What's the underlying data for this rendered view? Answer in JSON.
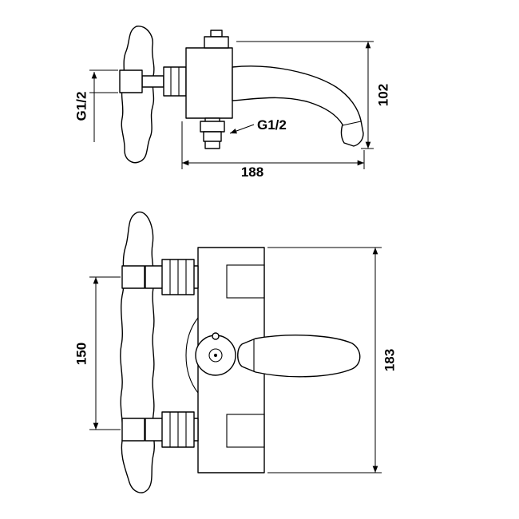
{
  "canvas": {
    "background": "#ffffff",
    "line_color": "#000000"
  },
  "views": {
    "side": {
      "dims": {
        "thread_inlet": "G1/2",
        "thread_outlet": "G1/2",
        "overall_length": "188",
        "overall_height": "102"
      }
    },
    "front": {
      "dims": {
        "inlet_spacing": "150",
        "overall_height": "183"
      }
    }
  }
}
